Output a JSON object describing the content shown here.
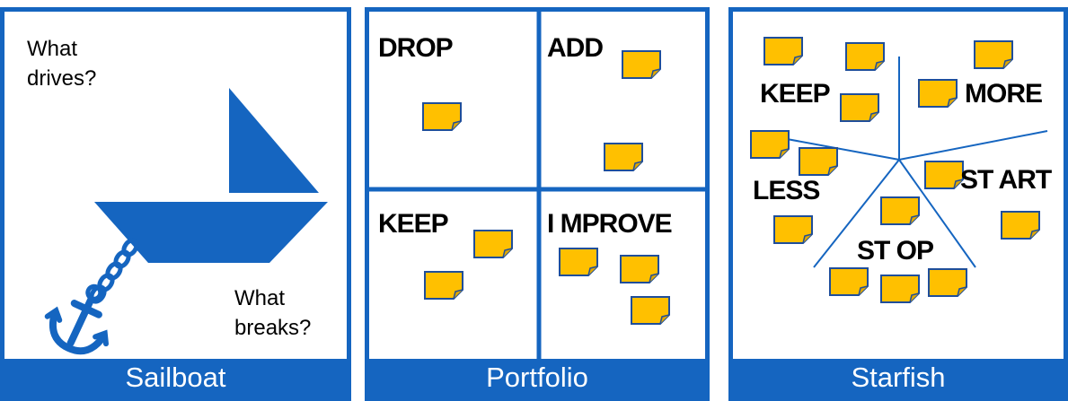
{
  "colors": {
    "accent": "#1565c0",
    "sticky": "#ffc000",
    "sticky_border": "#1f4e9a"
  },
  "icons": [
    "sailboat-icon",
    "anchor-icon",
    "sticky-note-icon"
  ],
  "sailboat": {
    "footer": "Sailboat",
    "top_line1": "What",
    "top_line2": "drives?",
    "bottom_line1": "What",
    "bottom_line2": "breaks?"
  },
  "portfolio": {
    "footer": "Portfolio",
    "quadrants": {
      "drop": "DROP",
      "add": "ADD",
      "keep": "KEEP",
      "improve": "I MPROVE"
    }
  },
  "starfish": {
    "footer": "Starfish",
    "labels": {
      "keep": "KEEP",
      "more": "MORE",
      "less": "LESS",
      "start": "ST ART",
      "stop": "ST OP"
    }
  }
}
